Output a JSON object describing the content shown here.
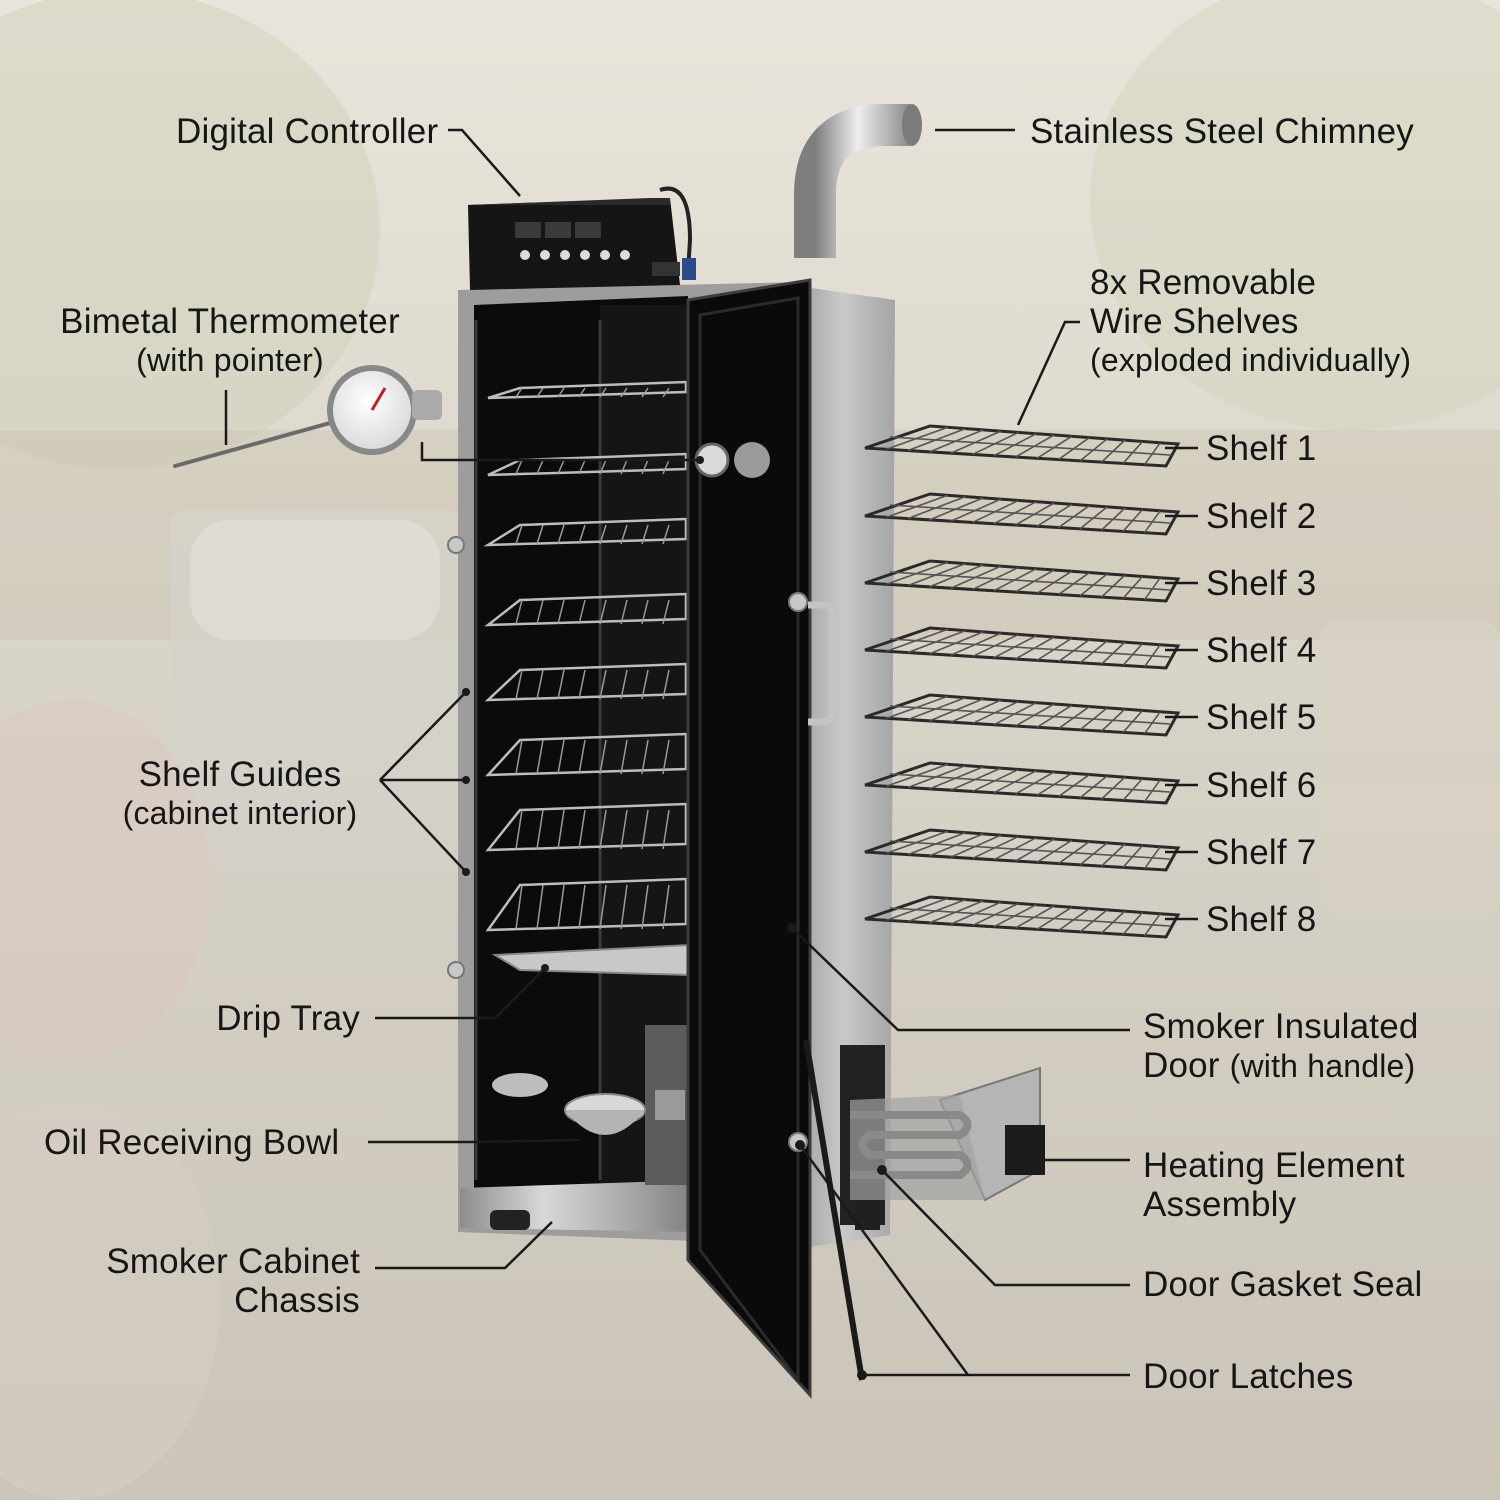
{
  "labels": {
    "digital_controller": "Digital Controller",
    "chimney": "Stainless Steel Chimney",
    "thermometer_line1": "Bimetal Thermometer",
    "thermometer_line2": "(with pointer)",
    "shelves_line1": "8x Removable",
    "shelves_line2": "Wire Shelves",
    "shelves_line3": "(exploded individually)",
    "shelf_guides_line1": "Shelf Guides",
    "shelf_guides_line2": "(cabinet interior)",
    "drip_tray": "Drip Tray",
    "oil_bowl": "Oil Receiving Bowl",
    "chassis_line1": "Smoker Cabinet",
    "chassis_line2": "Chassis",
    "door_line1": "Smoker Insulated",
    "door_line2_main": "Door",
    "door_line2_sub": "(with handle)",
    "heating_line1": "Heating Element",
    "heating_line2": "Assembly",
    "gasket": "Door Gasket Seal",
    "latches": "Door Latches"
  },
  "shelves": [
    "Shelf 1",
    "Shelf 2",
    "Shelf 3",
    "Shelf 4",
    "Shelf 5",
    "Shelf 6",
    "Shelf 7",
    "Shelf 8"
  ],
  "colors": {
    "text": "#161616",
    "leader_line": "#1a1a1a",
    "steel": "#b9b9b9",
    "cabinet_interior": "#0b0b0b",
    "background": "#ddd8cc"
  }
}
